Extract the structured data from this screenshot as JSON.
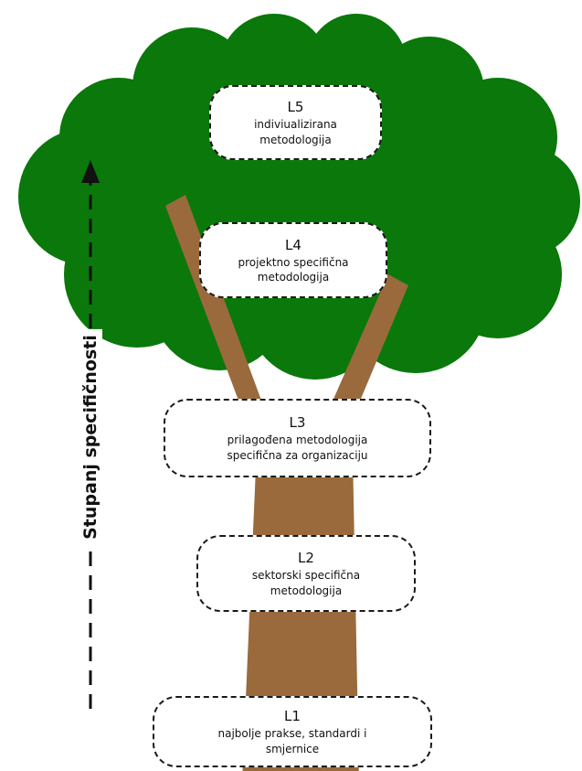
{
  "axis_label": "Stupanj specifičnosti",
  "levels": [
    {
      "id": "L5",
      "desc": [
        "indiviualizirana",
        "metodologija"
      ]
    },
    {
      "id": "L4",
      "desc": [
        "projektno specifična",
        "metodologija"
      ]
    },
    {
      "id": "L3",
      "desc": [
        "prilagođena metodologija",
        "specifična za organizaciju"
      ]
    },
    {
      "id": "L2",
      "desc": [
        "sektorski specifična",
        "metodologija"
      ]
    },
    {
      "id": "L1",
      "desc": [
        "najbolje prakse, standardi i",
        "smjernice"
      ]
    }
  ],
  "colors": {
    "foliage": "#0a780a",
    "trunk": "#9a6a3c",
    "line": "#1a1a1a",
    "background": "#ffffff"
  }
}
